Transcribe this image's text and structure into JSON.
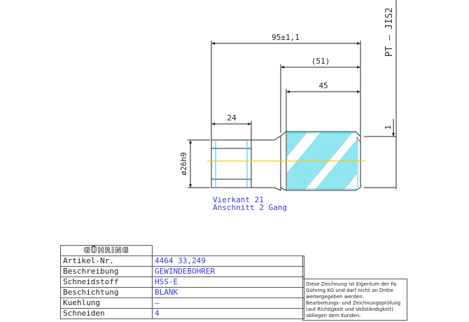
{
  "drawing": {
    "spec": "PT – JIS2",
    "dimensions": {
      "overall": "95±1,1",
      "ref": "(51)",
      "thread": "45",
      "square": "24",
      "diameter": "ø26h9",
      "marker": "1"
    },
    "notes": [
      "Vierkant 21",
      "Anschnitt 2 Gang"
    ]
  },
  "title_block": {
    "logo": "GÜHRING",
    "rows": [
      {
        "label": "Artikel-Nr.",
        "value": "4464 33,249"
      },
      {
        "label": "Beschreibung",
        "value": "GEWINDEBOHRER"
      },
      {
        "label": "Schneidstoff",
        "value": "HSS-E"
      },
      {
        "label": "Beschichtung",
        "value": "BLANK"
      },
      {
        "label": "Kuehlung",
        "value": "–"
      },
      {
        "label": "Schneiden",
        "value": "4"
      }
    ],
    "notice": [
      "Diese Zeichnung ist Eigentum der Fa.",
      "Gühring KG und darf nicht an Dritte",
      "weitergegeben werden.",
      "Bearbeitungs- und Zeichnungsprüfung",
      "(auf Richtigkeit und Vollständigkeit)",
      "obliegen dem Kunden."
    ]
  }
}
